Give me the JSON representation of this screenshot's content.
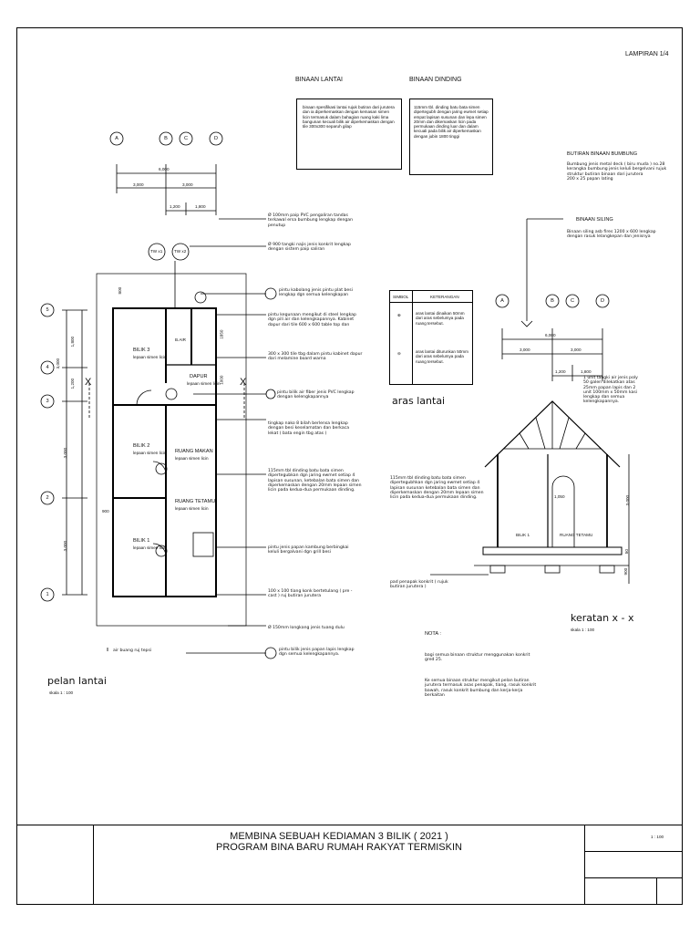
{
  "sheet": {
    "lampiran": "LAMPIRAN 1/4"
  },
  "spec": {
    "binaan_lantai_title": "BINAAN LANTAI",
    "binaan_lantai_text": "binaan spesifikasi lantai rujuk butiran dari jurutera dan ia diperkemaskan dengan kemasan simen licin termasuk dalam bahagian ruang kaki lima bangunan kecuali bilik air diperkemaskan dengan tile 300x300 separuh gilap",
    "binaan_dinding_title": "BINAAN DINDING",
    "binaan_dinding_text": "115mm tbl. dinding batu bata simen dipertegubh dengan jaring ewmet setiap empat lapisan susunan dan lepa simen 20mm dan dikemaskan licin pada permukaan dinding luar dan dalam kecuali pada bilik air diperkemaskan dengan jubin 1800 tinggi",
    "butiran_bumbung_title": "BUTIRAN BINAAN BUMBUNG",
    "butiran_bumbung_text": "Bumbung jenis metal deck ( biru muda ) no.28 kerangka bumbung jenis keluli bergelvani rujuk struktur butiran binaan dari jurutera\n200 x 25 papan lating",
    "binaan_siling_title": "BINAAN SILING",
    "binaan_siling_text": "Binaan siling asb fires 1200 x 600 lengkap dengan rasuk lelangkepan dan jenisnya"
  },
  "plan": {
    "grid_top": [
      "A",
      "B",
      "C",
      "D"
    ],
    "grid_left": [
      "5",
      "4",
      "3",
      "2",
      "1"
    ],
    "dim_total": "6,000",
    "dim_left": "3,000",
    "dim_right": "3,000",
    "dim_small1": "1,200",
    "dim_small2": "1,800",
    "dim_v1": "1,800",
    "dim_v2": "1,200",
    "dim_v_total": "3,000",
    "dim_v_mid": "3,000",
    "dim_v_bot": "3,000",
    "dim_900": "900",
    "dim_1850": "1850",
    "dim_1000": "1000",
    "dim_800": "800",
    "section_mark": "X",
    "tw1": "TW x1",
    "tw2": "TW x2",
    "rooms": {
      "bilik3": "BILIK 3",
      "bilik3_sub": "lepaan simen licin",
      "bilik2": "BILIK 2",
      "bilik2_sub": "lepaan simen licin",
      "bilik1": "BILIK 1",
      "bilik1_sub": "lepaan simen licin",
      "dapur": "DAPUR",
      "dapur_sub": "lepaan simen licin",
      "bilik_air": "B.AIR",
      "ruang_makan": "RUANG MAKAN",
      "ruang_makan_sub": "lepaan simen licin",
      "ruang_tetamu": "RUANG TETAMU",
      "ruang_tetamu_sub": "lepaan simen licin"
    },
    "title": "pelan lantai",
    "scale": "skala 1 : 100",
    "drain_note": "air buang ruj tepsi"
  },
  "notes": [
    "Ø 100mm paip PVC pengaliran tandas terkawal ersa bumbung lengkap dengan penutup",
    "Ø 900 tangki najis jenis konkrit lengkap dengan sistem paip saliran",
    "pintu kabolang jenis pintu plat besi lengkap dgn semua kelengkapan",
    "pintu kegunaan mengikut di steel lengkap dgn pili air dan kelengkapannya. Kabinet dapur dari tile 600 x 600 table top dan",
    "300 x 300 tile tbg dalam pintu kabinet dapur dari melamine board warna",
    "pintu bilik air fiber jenis PVC lengkap dengan kelengkapannya",
    "tingkap nako 8 bilah berlensa lengkap dengan besi keselamatan dan berkaca lekat ( bata engin tbg atas )",
    "115mm tbl dinding batu bata simen dipertegubkan dgn jaring ewmet setiap 4 lapisan susunan, ketebalan bata simen dan diperkemaskan dengan 20mm lepaan simen licin pada kedua-dua permukaan dinding.",
    "pintu jenis papan kambung berbingkai keluli bergalvani dgn grill besi",
    "100 x 100 tiang konk bertetulang ( pre - cast ) ruj butiran jurutera",
    "Ø 150mm longkang jenis tuang dulu",
    "pintu bilik jenis papan lapis lengkap dgn semua kelengkapannya."
  ],
  "legend": {
    "col1": "SIMBOL",
    "col2": "KETERANGAN",
    "row1": "aras lantai dinaikan 50mm dari aras sebelumya pada ruang tersebut.",
    "row2": "aras lantai diturunkan 50mm dari aras sebelumya pada ruang tersebut.",
    "title": "aras lantai"
  },
  "section": {
    "grid": [
      "A",
      "B",
      "C",
      "D"
    ],
    "dim_total": "6,000",
    "dim_left": "3,000",
    "dim_right": "3,000",
    "dim_small1": "1,200",
    "dim_small2": "1,800",
    "dim_height": "3,000",
    "dim_door": "1,050",
    "dim_50": "50",
    "dim_900": "900",
    "room1": "BILIK 1",
    "room2": "RUANG TETAMU",
    "roof_note": "1 unit tangki air jenis poly 50 galen dilekatkan atas 25mm papan lapis dan 2 unit 100mm x 50mm kasi lengkap dan semua kelengkapannya.",
    "wall_note": "115mm tbl dinding batu bata simen dipertegubhkan dgn jaring ewmet setiap 4 lapisan susunan ketebalan bata simen dan diperkemaskan dengan 20mm lepaan simen licin pada kedua-dua permukaan dinding.",
    "footing_note": "pad penapak konkrit ( rujuk butiran jurutera )",
    "title": "keratan x - x",
    "scale": "skala 1 : 100"
  },
  "nota": {
    "title": "NOTA :",
    "line1": "bagi semua binaan struktur menggunakan konkrit gred 25.",
    "line2": "Ke semua binaan struktur mengikut pelan butiran jurutera termasuk asas penapak, tiang, rasuk konkrit bawah, rasuk konkrit bumbung dan kerja-kerja berkaitan"
  },
  "title_block": {
    "line1": "MEMBINA SEBUAH KEDIAMAN 3 BILIK ( 2021 )",
    "line2": "PROGRAM BINA BARU RUMAH RAKYAT TERMISKIN",
    "scale": "1 : 100"
  }
}
